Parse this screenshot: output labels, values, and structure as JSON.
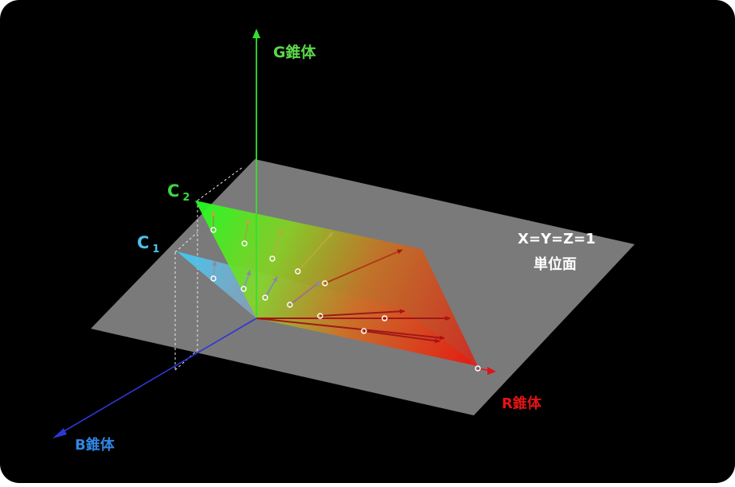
{
  "diagram": {
    "colors": {
      "background": "#000000",
      "plane": "#7a7a7a",
      "g_axis": "#33e02e",
      "b_axis": "#2c37d8",
      "r_axis": "#e01414",
      "label_g": "#5cd84a",
      "label_b": "#2f86e3",
      "label_r": "#e21414",
      "label_c1": "#4cc1e6",
      "label_c2": "#3fd53f",
      "label_plane": "#ffffff"
    },
    "labels": {
      "g_cone": "G錐体",
      "b_cone": "B錐体",
      "r_cone": "R錐体",
      "c1": "C",
      "c1_sub": "1",
      "c2": "C",
      "c2_sub": "2",
      "plane_line1": "X=Y=Z=1",
      "plane_line2": "単位面"
    }
  }
}
